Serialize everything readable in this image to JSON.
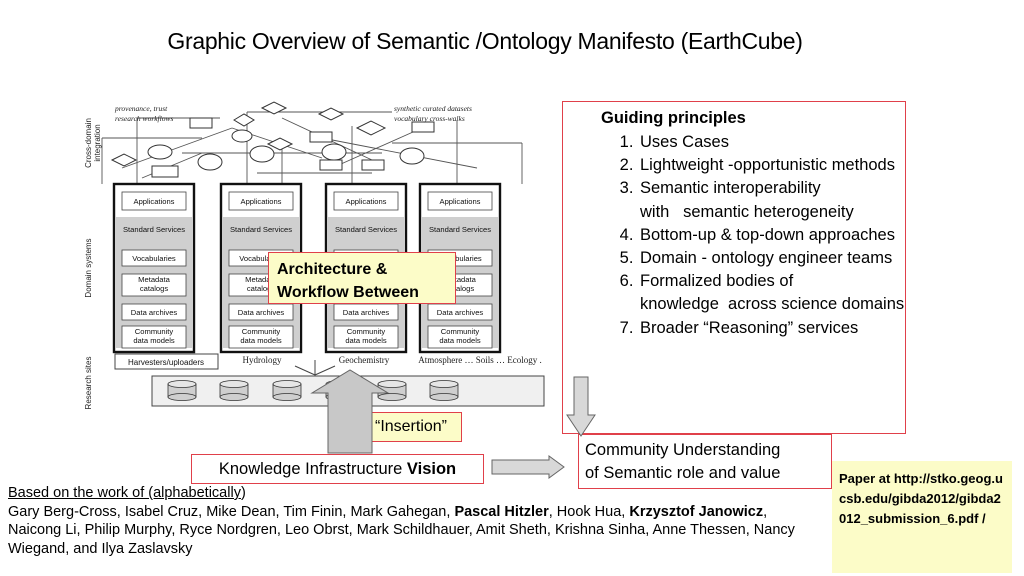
{
  "slide_title": "Graphic Overview of Semantic /Ontology Manifesto (EarthCube)",
  "diagram": {
    "side_labels": [
      "Cross-domain integration",
      "Domain systems",
      "Research sites"
    ],
    "left_annotation": [
      "provenance, trust",
      "research workflows"
    ],
    "right_annotation": [
      "synthetic curated datasets",
      "vocabulary cross-walks"
    ],
    "stack_layers": [
      "Applications",
      "Standard Services",
      "Vocabularies",
      "Metadata catalogs",
      "Data archives",
      "Community data models"
    ],
    "stack_layers_lines": [
      [
        "Applications"
      ],
      [
        "Standard Services"
      ],
      [
        "Vocabularies"
      ],
      [
        "Metadata",
        "catalogs"
      ],
      [
        "Data archives"
      ],
      [
        "Community",
        "data models"
      ]
    ],
    "harvesters_label": "Harvesters/uploaders",
    "domain_names": [
      "Hydrology",
      "Geochemistry",
      "Atmosphere … Soils … Ecology ."
    ]
  },
  "principles": {
    "heading": "Guiding principles",
    "items": [
      "Uses Cases",
      "Lightweight -opportunistic methods",
      "Semantic interoperability with   semantic heterogeneity",
      "Bottom-up & top-down approaches",
      "Domain - ontology engineer teams",
      "Formalized bodies of knowledge  across science domains",
      "Broader “Reasoning” services"
    ]
  },
  "callouts": {
    "architecture": [
      "Architecture &",
      "Workflow Between"
    ],
    "insertion": "“Insertion”",
    "knowledge_prefix": "Knowledge Infrastructure ",
    "knowledge_bold": "Vision",
    "community": [
      "Community Understanding",
      "of Semantic role and value"
    ],
    "paper": "Paper at http://stko.geog.ucsb.edu/gibda2012/gibda2012_submission_6.pdf /"
  },
  "credits": {
    "heading": "Based on the work of (alphabetically",
    "heading_close": ")",
    "names": [
      {
        "text": "Gary Berg-Cross, Isabel Cruz, Mike Dean, Tim Finin, Mark Gahegan, ",
        "bold": false
      },
      {
        "text": "Pascal Hitzler",
        "bold": true
      },
      {
        "text": ", Hook Hua, ",
        "bold": false
      },
      {
        "text": "Krzysztof Janowicz",
        "bold": true
      },
      {
        "text": ", Naicong Li, Philip Murphy, Ryce Nordgren, Leo Obrst, Mark Schildhauer, Amit Sheth, Krishna Sinha, Anne Thessen, Nancy Wiegand, and Ilya Zaslavsky",
        "bold": false
      }
    ]
  },
  "colors": {
    "border_red": "#e0404a",
    "callout_yellow": "#fcfcc8",
    "arrow_gray": "#c8c8c8"
  }
}
